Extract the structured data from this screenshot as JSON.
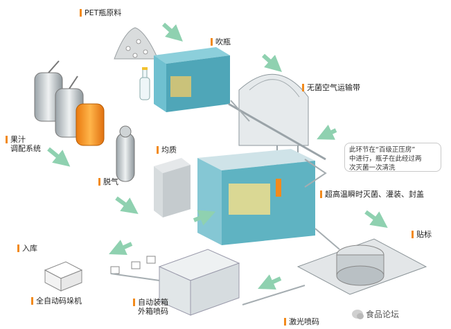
{
  "labels": {
    "pet_material": "PET瓶原料",
    "blow_bottle": "吹瓶",
    "sterile_air_conveyor": "无菌空气运输带",
    "juice_system": "果汁\n调配系统",
    "homogenize": "均质",
    "degas": "脱气",
    "uht_fill_cap": "超高温瞬时灭菌、灌装、封盖",
    "labeling": "贴标",
    "storage": "入库",
    "palletizer": "全自动码垛机",
    "auto_case": "自动装箱\n外箱喷码",
    "laser_code": "激光喷码"
  },
  "note": "此环节在“百级正压房”\n中进行，瓶子在此经过两\n次灭菌一次清洗",
  "watermark": "食品论坛",
  "colors": {
    "label_bar": "#f28a1c",
    "machine_teal": "#5fb3c2",
    "machine_grey": "#d8dde0",
    "arrow_green": "#8fd1b0",
    "juice_orange": "#f7931e"
  }
}
